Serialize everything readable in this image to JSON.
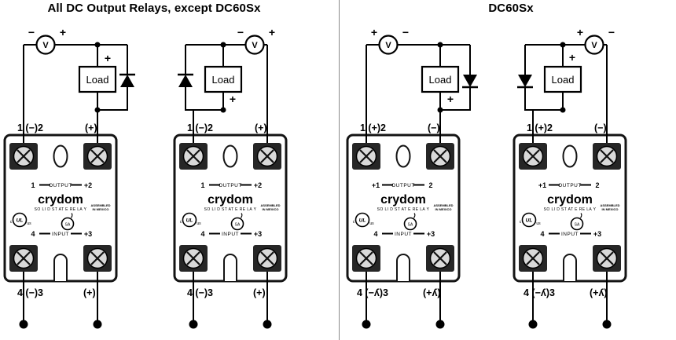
{
  "titles": {
    "left": "All DC Output Relays, except DC60Sx",
    "right": "DC60Sx"
  },
  "meter": {
    "label": "V"
  },
  "load": {
    "label": "Load"
  },
  "relay_face": {
    "brand": "crydom",
    "subtitle": "SO LI D ST AT E RE LA Y",
    "output_label": "OUTPUT",
    "input_label": "INPUT",
    "input_left": "4",
    "input_right": "+3",
    "ul_prefix": "c",
    "ul_mark": "UL",
    "ul_suffix": "us",
    "csa_mark": "SA",
    "assembled_line1": "ASSEMBLED",
    "assembled_line2": "IN MEXICO"
  },
  "diagrams": [
    {
      "name": "standard-meter-left",
      "meter_left_sign": "−",
      "meter_right_sign": "+",
      "load_sign": "+",
      "top_left_label": "1 (−)2",
      "top_right_label": "(+)",
      "bottom_left_label": "4 (−)3",
      "bottom_right_label": "(+)",
      "face_output_left": "1",
      "face_output_right": "+2"
    },
    {
      "name": "standard-meter-right",
      "meter_left_sign": "−",
      "meter_right_sign": "+",
      "load_sign": "+",
      "top_left_label": "1 (−)2",
      "top_right_label": "(+)",
      "bottom_left_label": "4 (−)3",
      "bottom_right_label": "(+)",
      "face_output_left": "1",
      "face_output_right": "+2"
    },
    {
      "name": "dc60sx-meter-left",
      "meter_left_sign": "+",
      "meter_right_sign": "−",
      "load_sign": "+",
      "top_left_label": "1 (+)2",
      "top_right_label": "(−)",
      "bottom_left_label": "4 (−ʎ)3",
      "bottom_right_label": "(+ʎ)",
      "face_output_left": "+1",
      "face_output_right": "2"
    },
    {
      "name": "dc60sx-meter-right",
      "meter_left_sign": "+",
      "meter_right_sign": "−",
      "load_sign": "+",
      "top_left_label": "1 (+)2",
      "top_right_label": "(−)",
      "bottom_left_label": "4 (−ʎ)3",
      "bottom_right_label": "(+ʎ)",
      "face_output_left": "+1",
      "face_output_right": "2"
    }
  ]
}
